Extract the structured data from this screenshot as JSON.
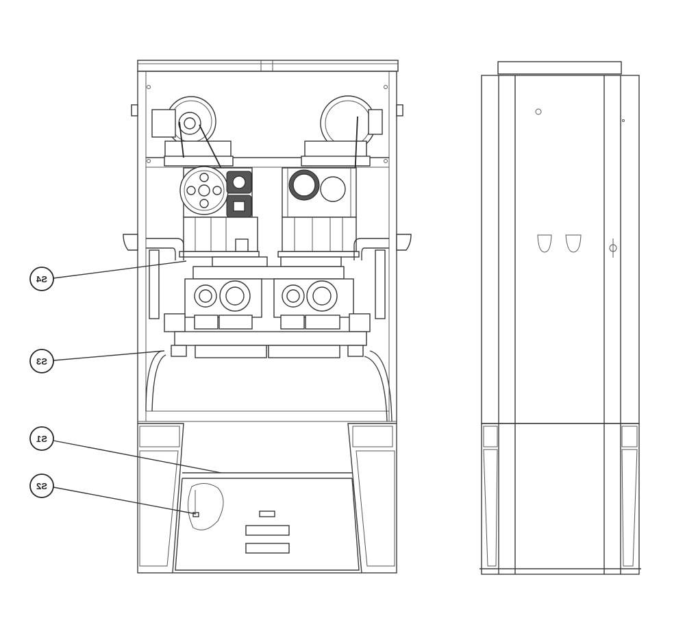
{
  "callouts": [
    {
      "id": "S4",
      "label": "S4"
    },
    {
      "id": "S3",
      "label": "S3"
    },
    {
      "id": "S1",
      "label": "S1"
    },
    {
      "id": "S2",
      "label": "S2"
    }
  ],
  "callout_text_mirrored": true,
  "views": [
    "front-view",
    "side-view"
  ],
  "colors": {
    "line": "#333333",
    "background": "#ffffff"
  }
}
